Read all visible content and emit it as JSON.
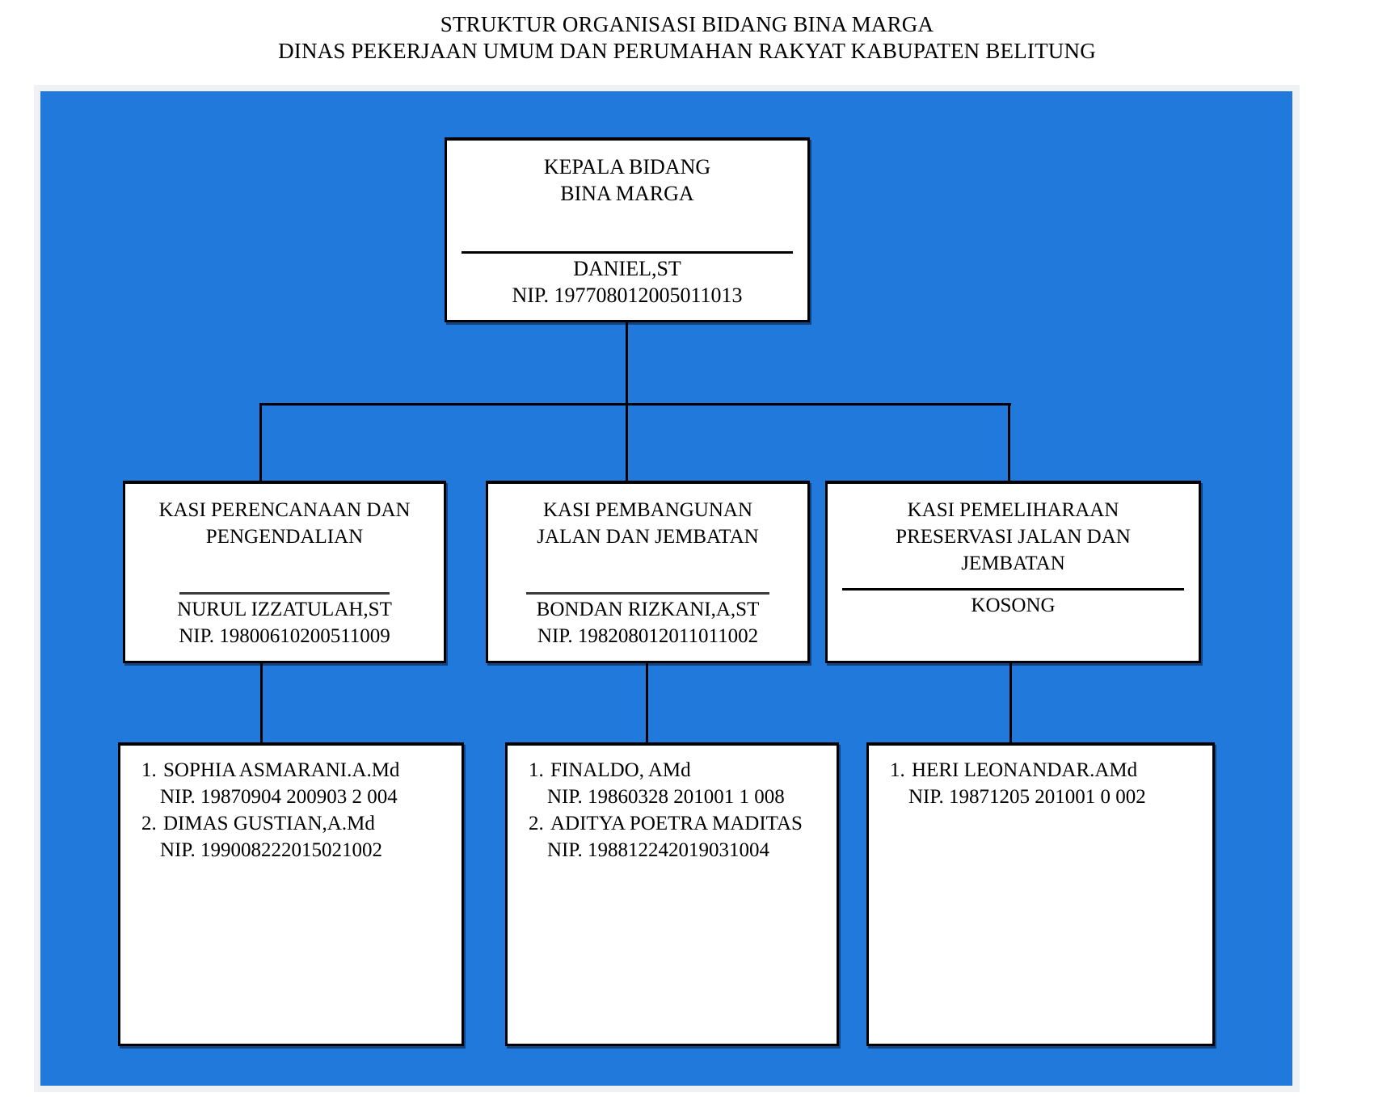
{
  "title": {
    "line1": "STRUKTUR ORGANISASI BIDANG BINA MARGA",
    "line2": "DINAS PEKERJAAN UMUM DAN PERUMAHAN RAKYAT KABUPATEN BELITUNG"
  },
  "colors": {
    "panel_blue": "#2279DC",
    "frame_gray": "#F0F1F4",
    "line_black": "#000000"
  },
  "org": {
    "head": {
      "title_lines": [
        "KEPALA BIDANG",
        "BINA MARGA"
      ],
      "name": "DANIEL,ST",
      "nip": "NIP. 197708012005011013"
    },
    "sections": [
      {
        "title_lines": [
          "KASI PERENCANAAN DAN",
          "PENGENDALIAN"
        ],
        "name": "NURUL IZZATULAH,ST",
        "nip": "NIP. 19800610200511009"
      },
      {
        "title_lines": [
          "KASI PEMBANGUNAN",
          "JALAN DAN JEMBATAN"
        ],
        "name": "BONDAN RIZKANI,A,ST",
        "nip": "NIP. 198208012011011002"
      },
      {
        "title_lines": [
          "KASI PEMELIHARAAN",
          "PRESERVASI JALAN DAN",
          "JEMBATAN"
        ],
        "name": "KOSONG"
      }
    ],
    "staff": [
      {
        "members": [
          {
            "num": "1.",
            "name": "SOPHIA ASMARANI.A.Md",
            "nip": "NIP. 19870904 200903 2 004"
          },
          {
            "num": "2.",
            "name": "DIMAS GUSTIAN,A.Md",
            "nip": "NIP. 199008222015021002"
          }
        ]
      },
      {
        "members": [
          {
            "num": "1.",
            "name": "FINALDO, AMd",
            "nip": "NIP. 19860328 201001 1 008"
          },
          {
            "num": "2.",
            "name": "ADITYA POETRA MADITAS",
            "nip": "NIP. 198812242019031004"
          }
        ]
      },
      {
        "members": [
          {
            "num": "1.",
            "name": "HERI LEONANDAR.AMd",
            "nip": "NIP. 19871205 201001 0 002"
          }
        ]
      }
    ]
  }
}
